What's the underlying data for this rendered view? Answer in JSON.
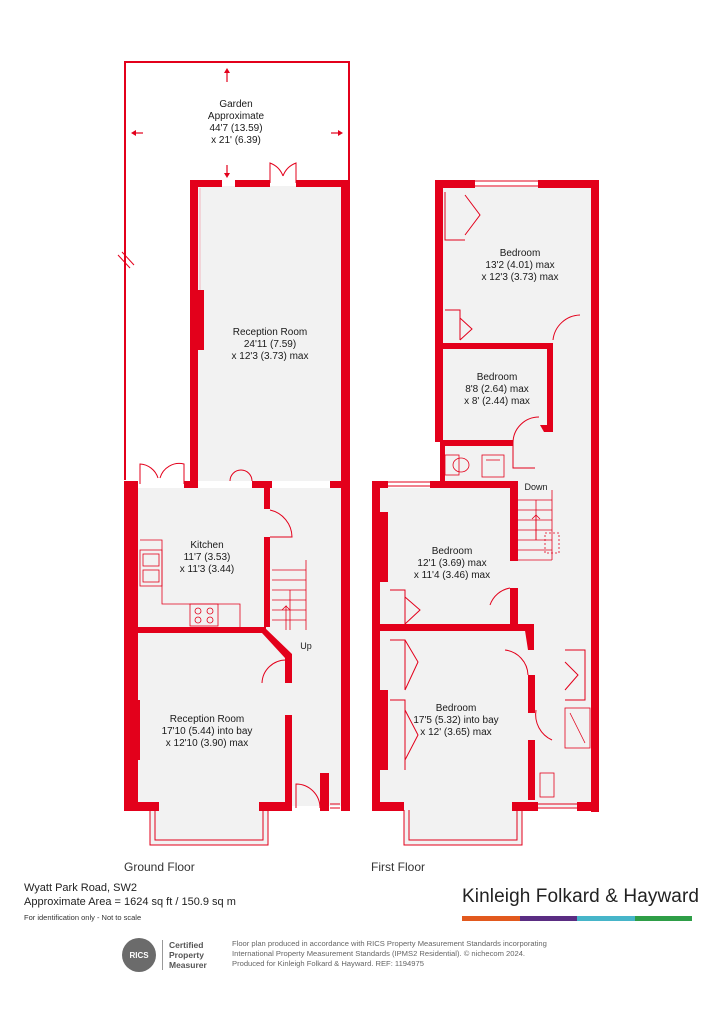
{
  "ground_floor": {
    "label": "Ground Floor",
    "garden": {
      "name": "Garden",
      "line2": "Approximate",
      "dim1": "44'7 (13.59)",
      "dim2": "x 21' (6.39)"
    },
    "reception_rear": {
      "name": "Reception Room",
      "dim1": "24'11 (7.59)",
      "dim2": "x 12'3 (3.73) max"
    },
    "kitchen": {
      "name": "Kitchen",
      "dim1": "11'7 (3.53)",
      "dim2": "x 11'3 (3.44)"
    },
    "reception_front": {
      "name": "Reception Room",
      "dim1": "17'10 (5.44) into bay",
      "dim2": "x 12'10 (3.90) max"
    },
    "stairs_label": "Up"
  },
  "first_floor": {
    "label": "First Floor",
    "bedroom_rear": {
      "name": "Bedroom",
      "dim1": "13'2 (4.01) max",
      "dim2": "x 12'3 (3.73) max"
    },
    "bedroom_small": {
      "name": "Bedroom",
      "dim1": "8'8 (2.64) max",
      "dim2": "x 8' (2.44) max"
    },
    "bedroom_mid": {
      "name": "Bedroom",
      "dim1": "12'1 (3.69) max",
      "dim2": "x 11'4 (3.46) max"
    },
    "bedroom_front": {
      "name": "Bedroom",
      "dim1": "17'5 (5.32) into bay",
      "dim2": "x 12' (3.65) max"
    },
    "stairs_label": "Down"
  },
  "property": {
    "address": "Wyatt Park Road, SW2",
    "area": "Approximate Area = 1624 sq ft / 150.9 sq m",
    "disclaimer": "For identification only - Not to scale"
  },
  "brand": {
    "name": "Kinleigh Folkard & Hayward",
    "bar_colors": [
      "#e2591e",
      "#5a2d82",
      "#46b5c9",
      "#2e9e47"
    ]
  },
  "certification": {
    "badge": "RICS",
    "line1": "Certified",
    "line2": "Property",
    "line3": "Measurer"
  },
  "footnote": {
    "line1": "Floor plan produced in accordance with RICS Property Measurement Standards incorporating",
    "line2": "International Property Measurement Standards (IPMS2 Residential). © nichecom 2024.",
    "line3": "Produced for Kinleigh Folkard & Hayward.  REF: 1194975"
  },
  "colors": {
    "wall": "#e3001b",
    "floor": "#f2f2f2"
  }
}
